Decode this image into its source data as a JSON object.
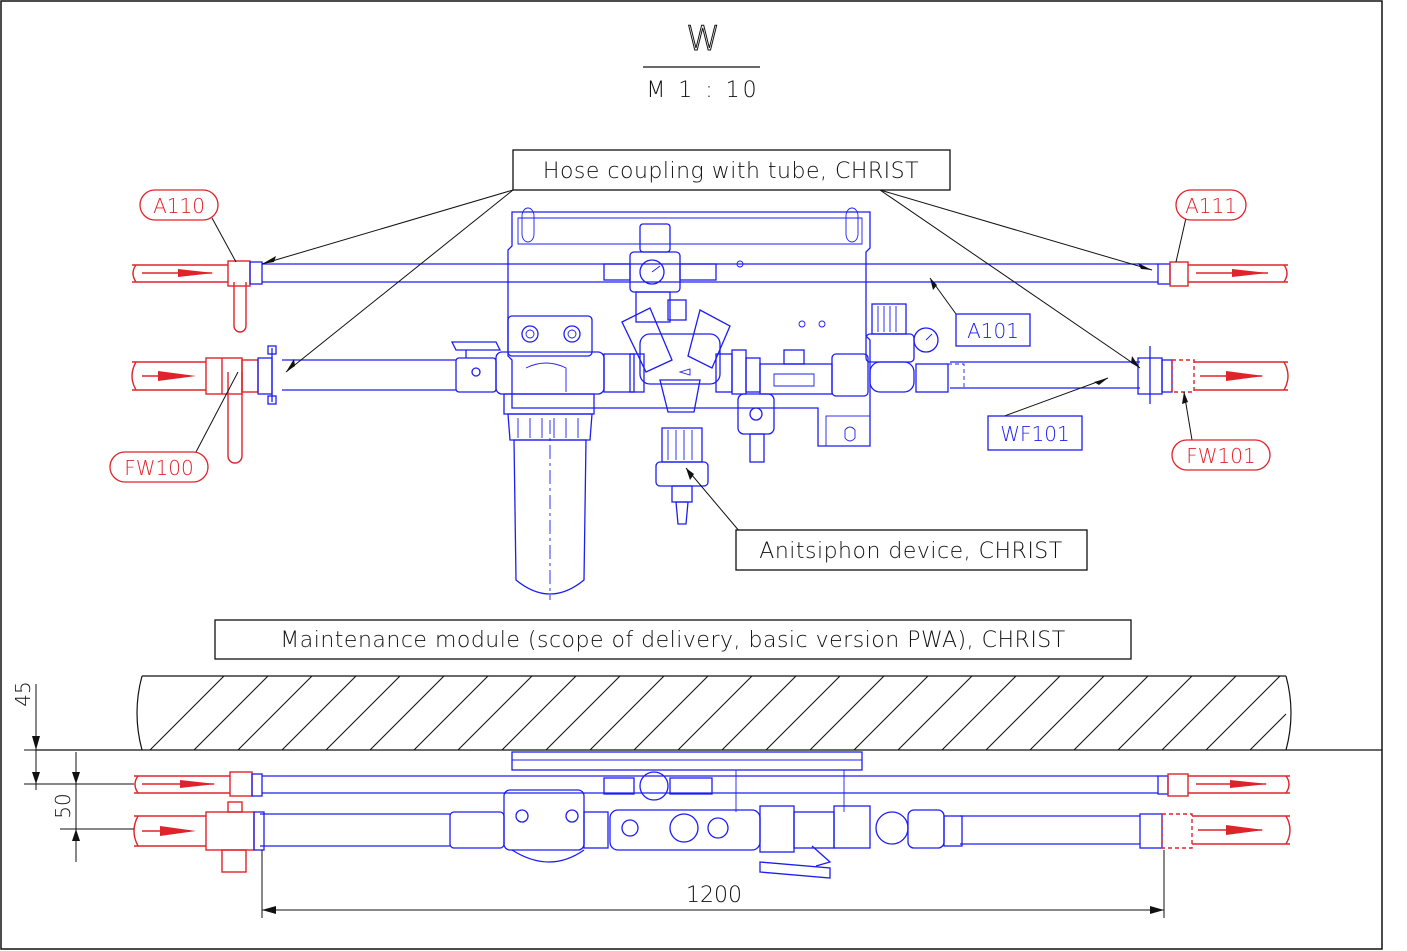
{
  "view": {
    "title": "W",
    "scale": "M 1 : 10"
  },
  "labels": {
    "hose_coupling": "Hose coupling with tube, CHRIST",
    "antisiphon": "Anitsiphon device, CHRIST",
    "maintenance_module": "Maintenance module (scope of delivery, basic version PWA), CHRIST"
  },
  "tags": {
    "a110": "A110",
    "a111": "A111",
    "a101": "A101",
    "fw100": "FW100",
    "fw101": "FW101",
    "wf101": "WF101"
  },
  "dimensions": {
    "wall_offset": "45",
    "pipe_spacing": "50",
    "length": "1200"
  },
  "colors": {
    "equipment": "#1d1df2",
    "connection": "#e0232b",
    "annotation": "#111111"
  },
  "icons": [
    "flow-arrow-icon",
    "ball-valve-icon",
    "pressure-gauge-icon",
    "filter-housing-icon"
  ]
}
